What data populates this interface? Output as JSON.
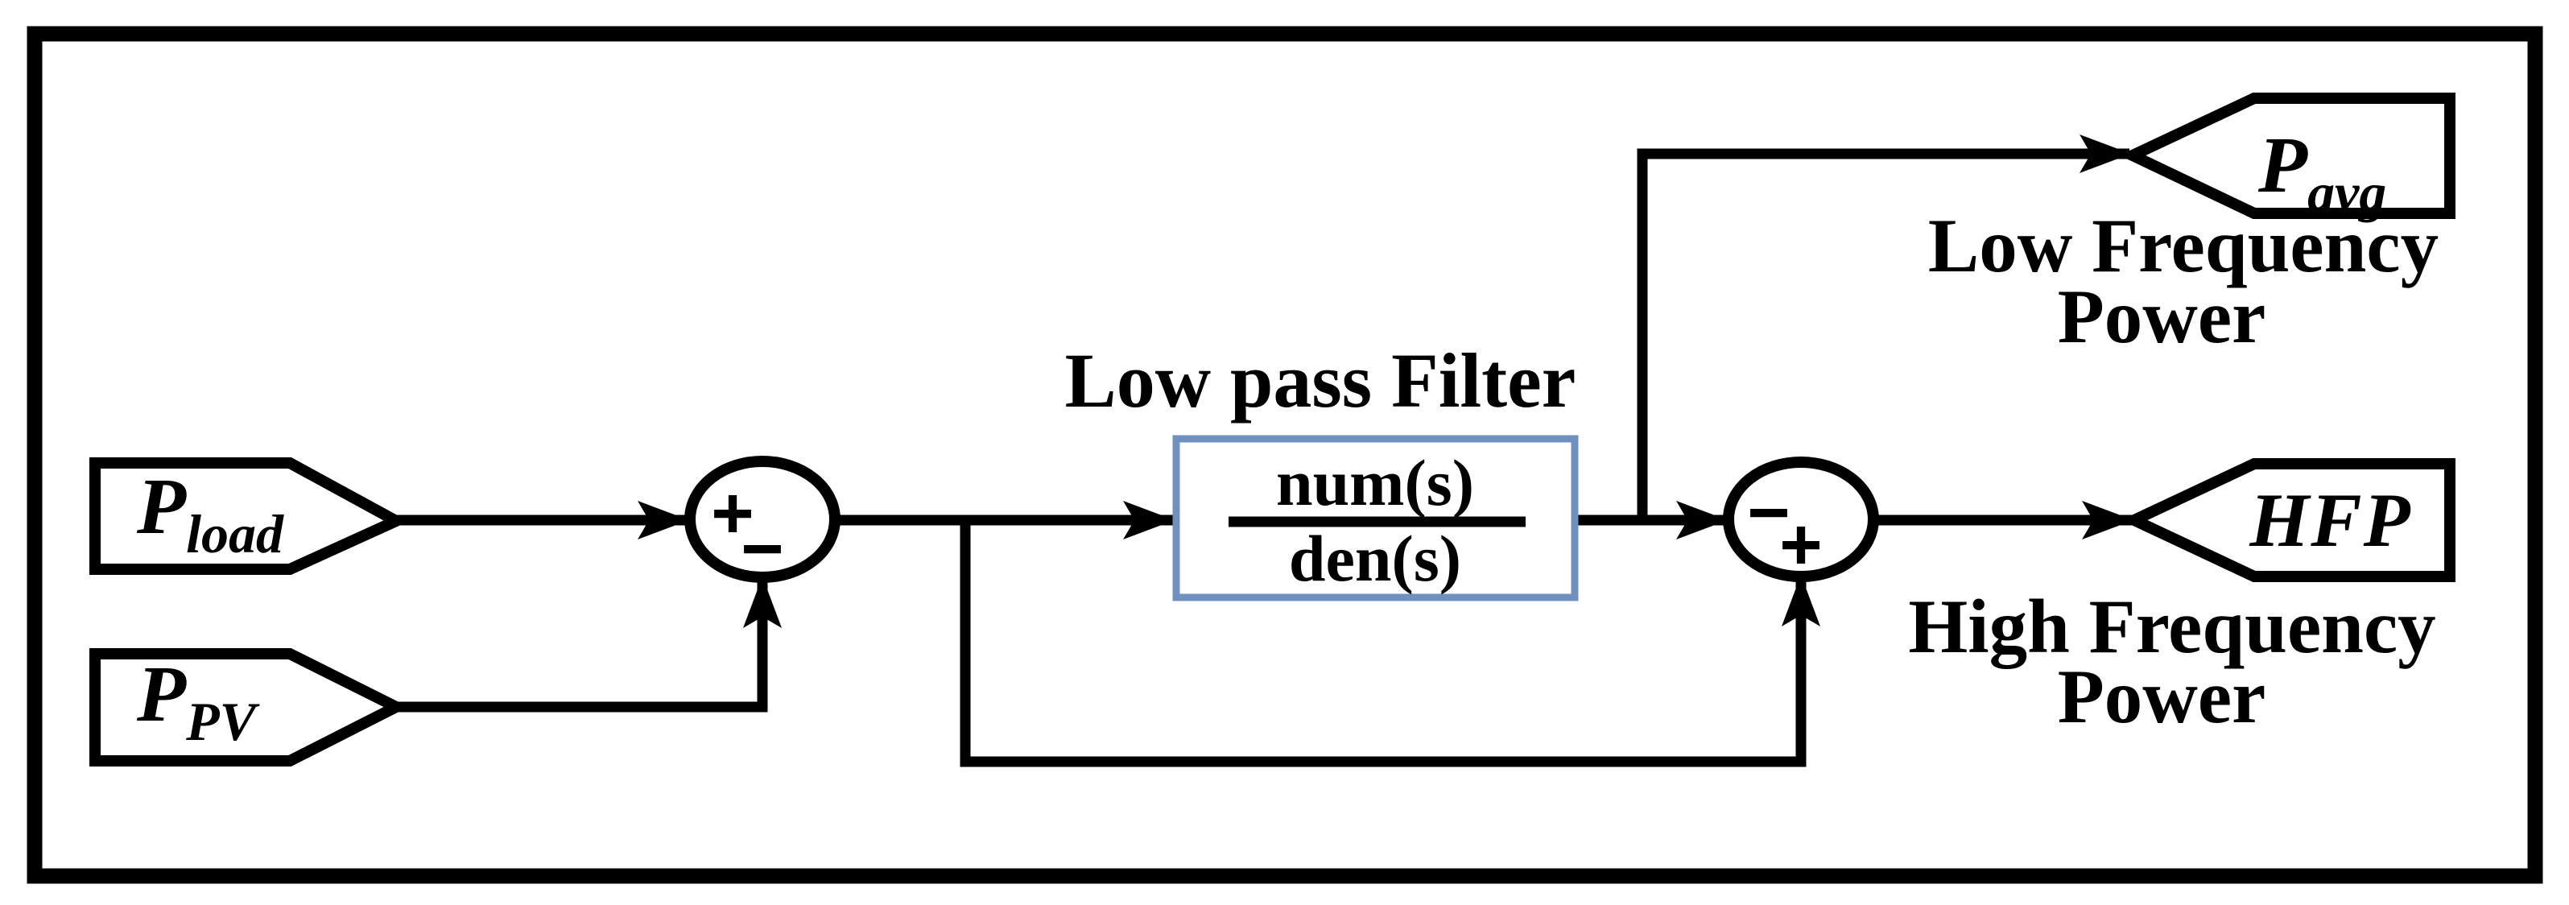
{
  "figure": {
    "background_color": "#ffffff",
    "ink_color": "#000000",
    "filter_border_color": "#7090C0"
  },
  "blocks": {
    "input_load": {
      "main": "P",
      "sub": "load"
    },
    "input_pv": {
      "main": "P",
      "sub": "PV"
    },
    "sum1": {
      "sign_left": "+",
      "sign_bottom": "−"
    },
    "sum2": {
      "sign_left": "−",
      "sign_bottom": "+"
    },
    "filter": {
      "caption": "Low pass Filter",
      "numerator": "num(s)",
      "denominator": "den(s)"
    },
    "output_avg": {
      "main": "P",
      "sub": "avg",
      "caption_line1": "Low Frequency",
      "caption_line2": "Power"
    },
    "output_hfp": {
      "main": "HFP",
      "caption_line1": "High Frequency",
      "caption_line2": "Power"
    }
  }
}
